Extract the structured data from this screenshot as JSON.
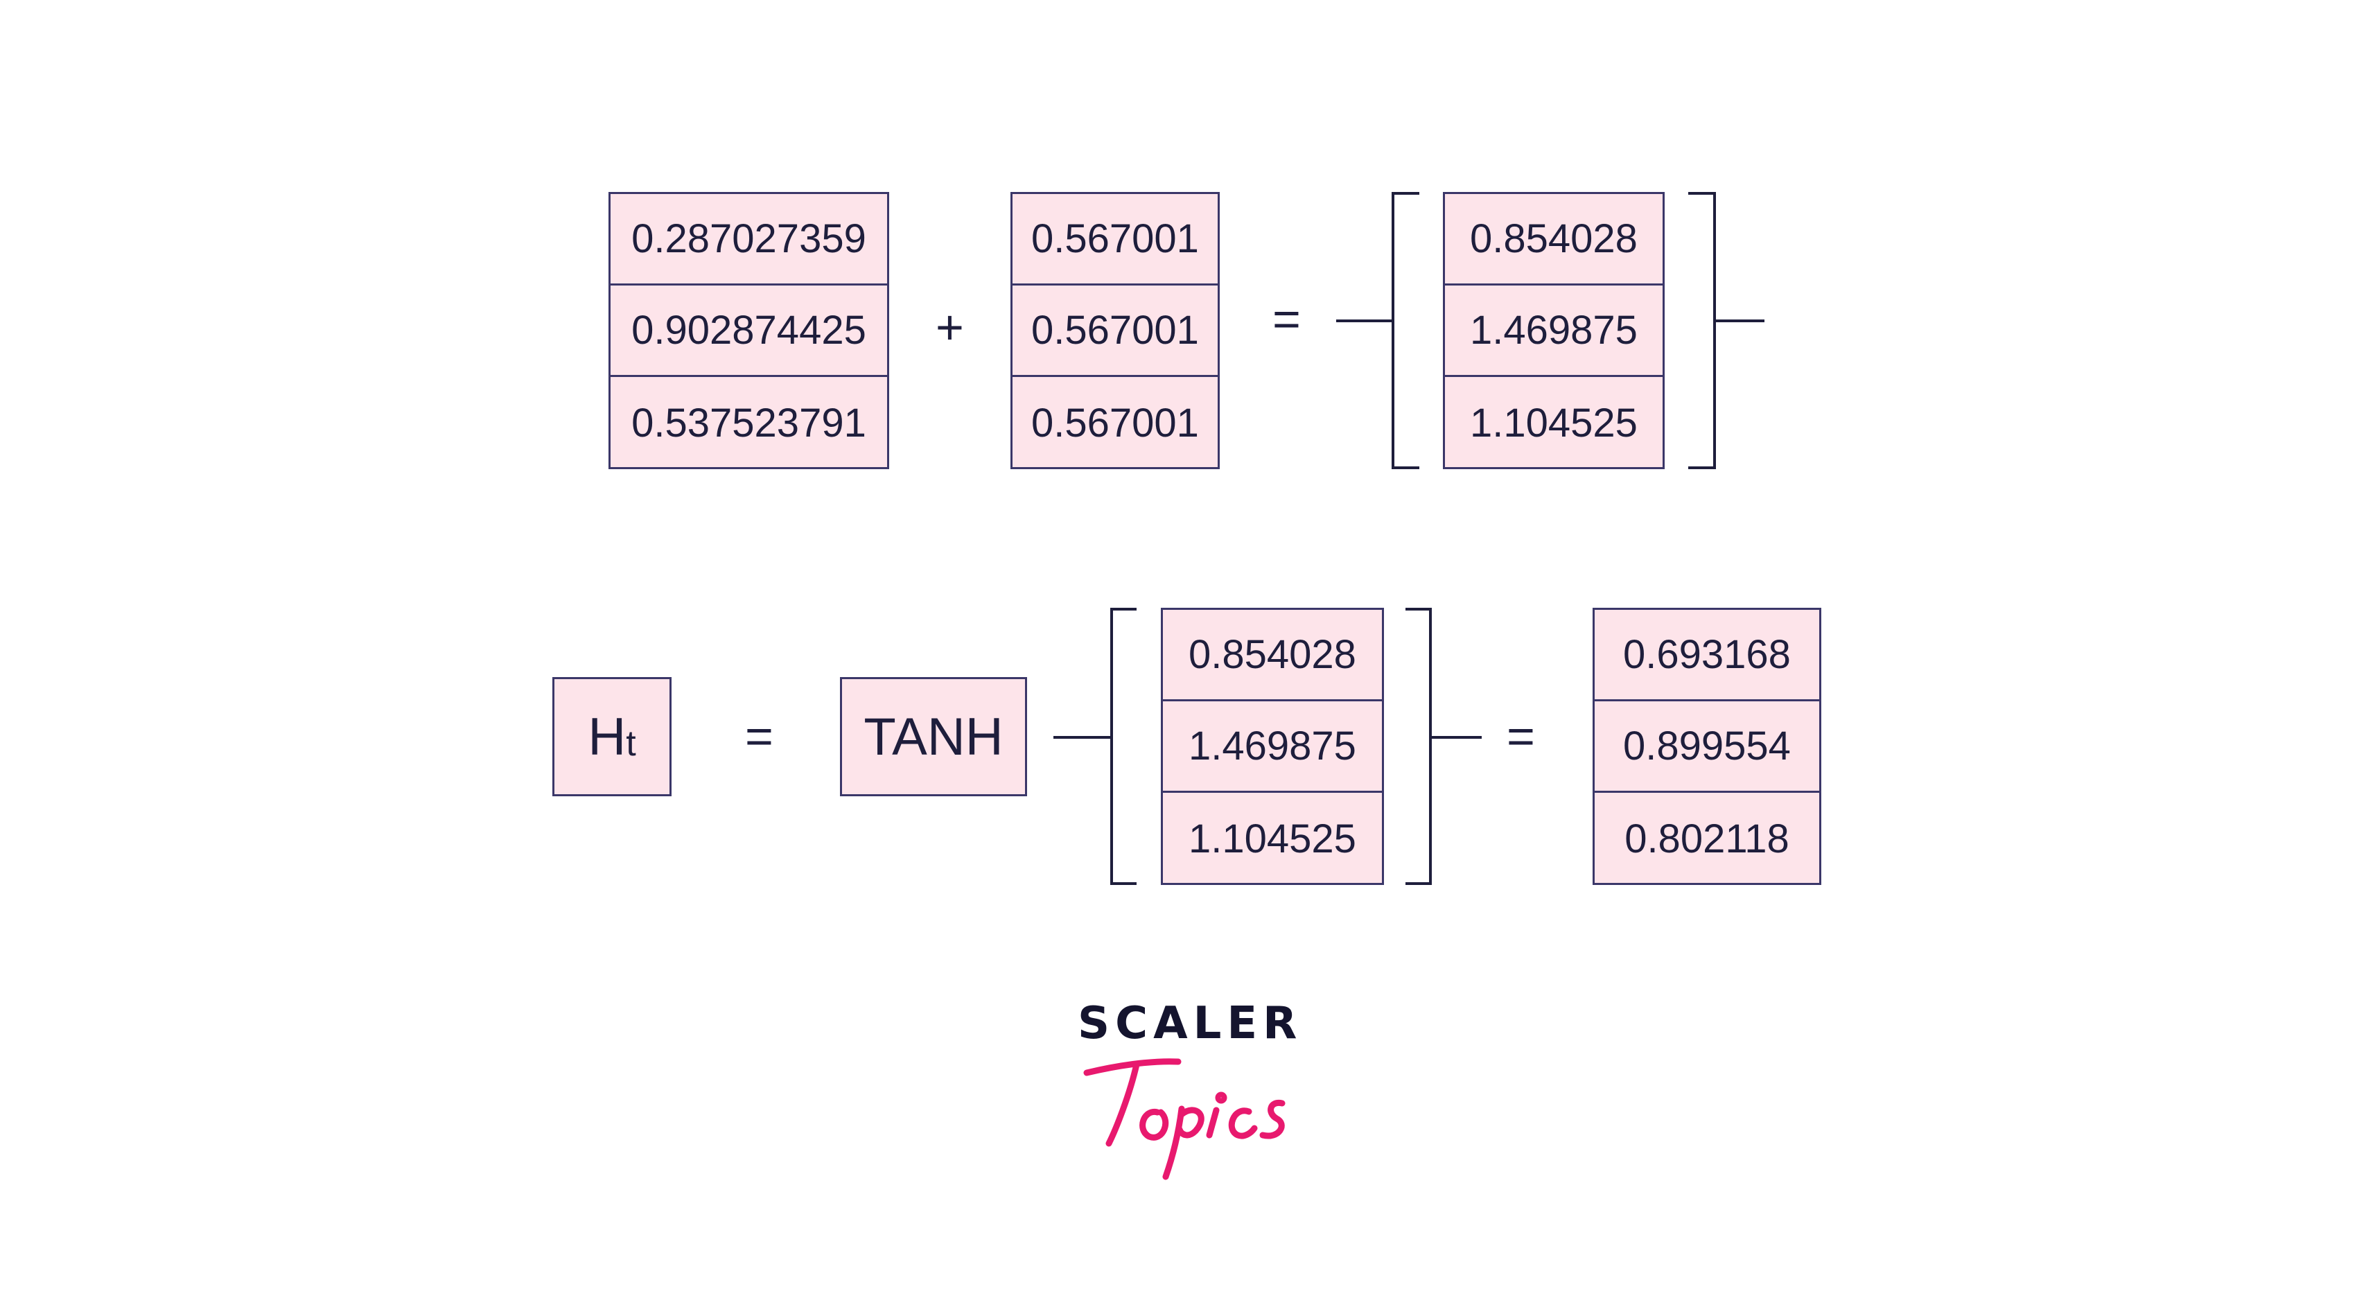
{
  "equation1": {
    "vector_a": [
      "0.287027359",
      "0.902874425",
      "0.537523791"
    ],
    "plus": "+",
    "vector_b": [
      "0.567001",
      "0.567001",
      "0.567001"
    ],
    "equals": "=",
    "result": [
      "0.854028",
      "1.469875",
      "1.104525"
    ]
  },
  "equation2": {
    "lhs_main": "H",
    "lhs_sub": "t",
    "equals1": "=",
    "function": "TANH",
    "input": [
      "0.854028",
      "1.469875",
      "1.104525"
    ],
    "equals2": "=",
    "output": [
      "0.693168",
      "0.899554",
      "0.802118"
    ]
  },
  "logo": {
    "wordmark": "SCALER",
    "script": "Topics",
    "script_color": "#e8196e",
    "wordmark_color": "#14142e"
  },
  "colors": {
    "cell_fill": "#fde4ea",
    "cell_border": "#3b3769",
    "text": "#1e1e3c"
  }
}
